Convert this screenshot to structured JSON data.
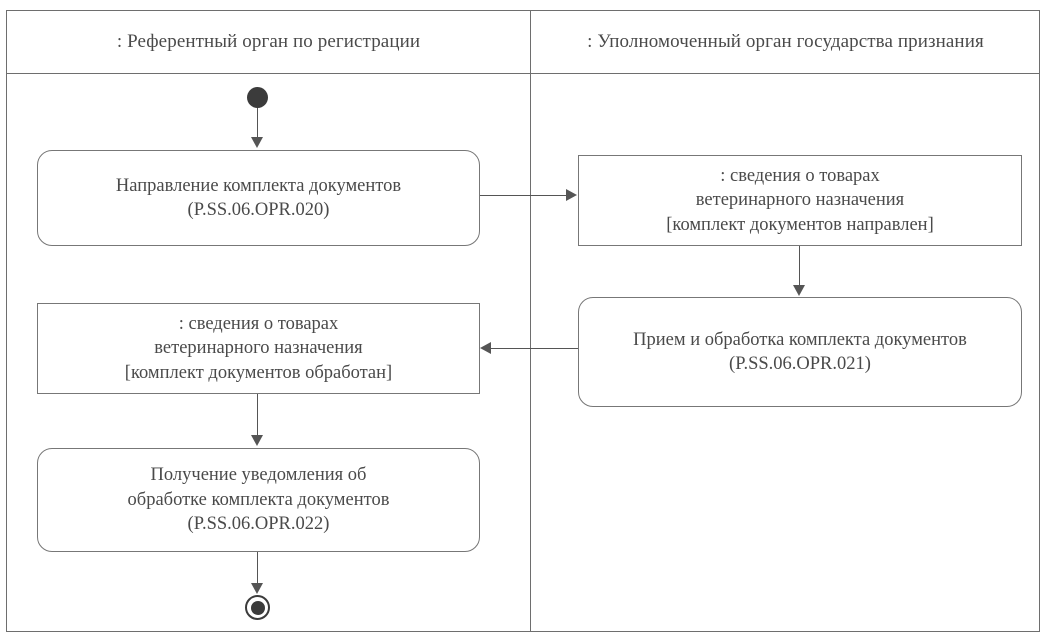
{
  "diagram": {
    "type": "uml-activity-diagram",
    "lanes": [
      {
        "id": "left",
        "title": ": Референтный орган по регистрации"
      },
      {
        "id": "right",
        "title": ": Уполномоченный орган государства признания"
      }
    ],
    "nodes": {
      "initial": {
        "kind": "initial-node",
        "lane": "left"
      },
      "action_020": {
        "kind": "action",
        "lane": "left",
        "line1": "Направление комплекта документов",
        "line2": "(P.SS.06.OPR.020)"
      },
      "object_sent": {
        "kind": "object",
        "lane": "right",
        "line1": ": сведения о товарах",
        "line2": "ветеринарного назначения",
        "line3": "[комплект документов направлен]"
      },
      "action_021": {
        "kind": "action",
        "lane": "right",
        "line1": "Прием и обработка комплекта документов",
        "line2": "(P.SS.06.OPR.021)"
      },
      "object_processed": {
        "kind": "object",
        "lane": "left",
        "line1": ": сведения о товарах",
        "line2": "ветеринарного назначения",
        "line3": "[комплект документов обработан]"
      },
      "action_022": {
        "kind": "action",
        "lane": "left",
        "line1": "Получение уведомления об",
        "line2": "обработке комплекта документов",
        "line3": "(P.SS.06.OPR.022)"
      },
      "final": {
        "kind": "final-node",
        "lane": "left"
      }
    },
    "colors": {
      "frame": "#6e6e6e",
      "node_border": "#777777",
      "edge": "#555555",
      "text": "#4a4a4a",
      "control_node": "#3b3b3b",
      "background": "#ffffff"
    }
  }
}
